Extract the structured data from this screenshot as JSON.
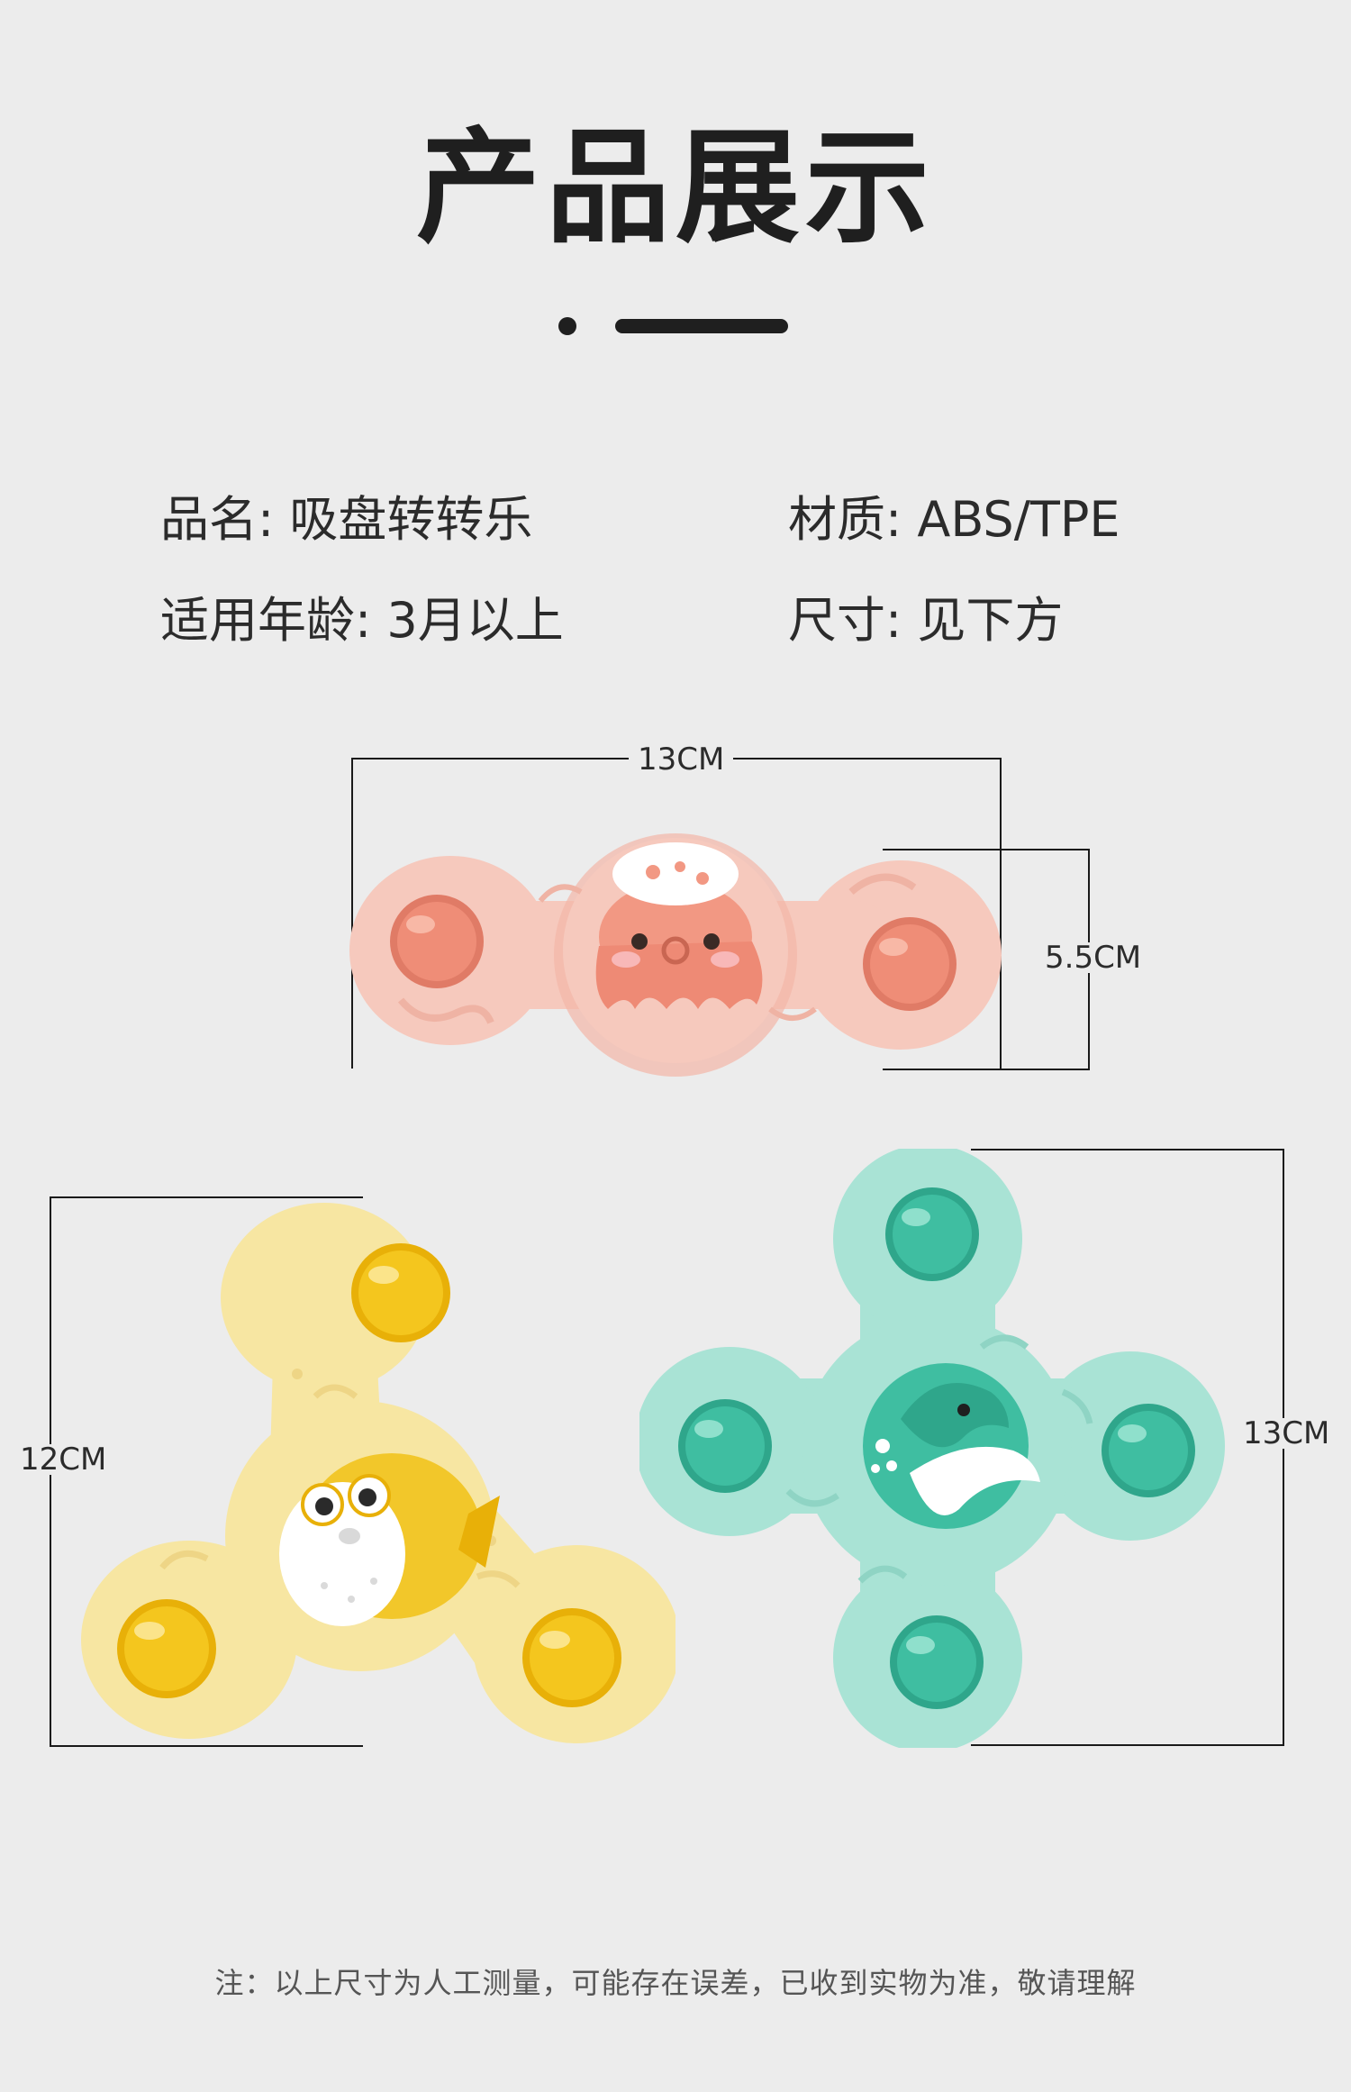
{
  "header": {
    "title": "产品展示"
  },
  "specs": {
    "name": {
      "label": "品名:",
      "value": "吸盘转转乐"
    },
    "material": {
      "label": "材质:",
      "value": "ABS/TPE"
    },
    "age": {
      "label": "适用年龄:",
      "value": "3月以上"
    },
    "size": {
      "label": "尺寸:",
      "value": "见下方"
    }
  },
  "products": {
    "octopus": {
      "width": "13CM",
      "height": "5.5CM",
      "icon": "octopus-spinner",
      "color": "#f6c9bd",
      "accent": "#ee8a75"
    },
    "pufferfish": {
      "height": "12CM",
      "icon": "pufferfish-spinner",
      "color": "#f7e6a2",
      "accent": "#f1c41c"
    },
    "dolphin": {
      "height": "13CM",
      "icon": "dolphin-spinner",
      "color": "#a9e3d5",
      "accent": "#3fbea1"
    }
  },
  "footer": {
    "note": "注：以上尺寸为人工测量，可能存在误差，已收到实物为准，敬请理解"
  }
}
